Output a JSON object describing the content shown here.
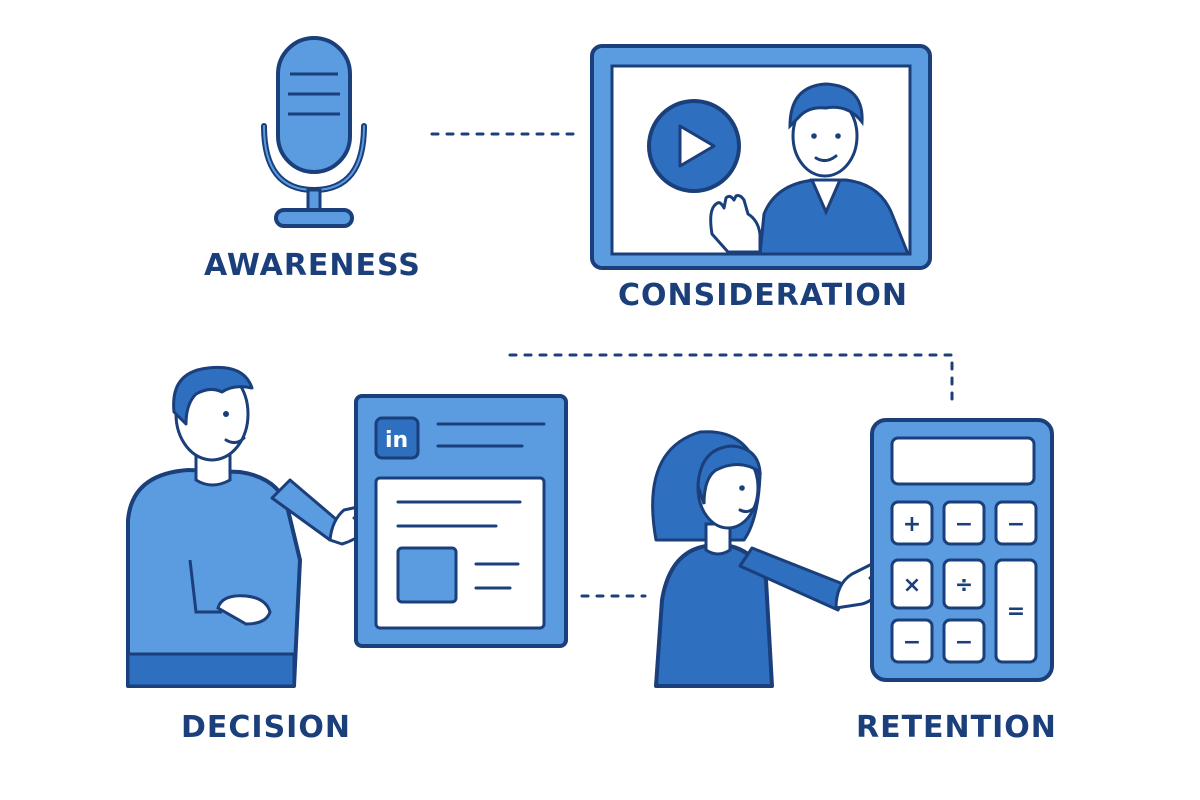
{
  "stages": {
    "awareness": "AWARENESS",
    "consideration": "CONSIDERATION",
    "decision": "DECISION",
    "retention": "RETENTION"
  },
  "linkedin_badge": "in",
  "calculator_keys": [
    "+",
    "−",
    "−",
    "×",
    "÷",
    "=",
    "−",
    "−"
  ],
  "colors": {
    "fill": "#5b9be0",
    "fill_dark": "#2f6fbf",
    "stroke": "#1a3f7a",
    "background": "#ffffff"
  },
  "icons": {
    "awareness": "microphone-icon",
    "consideration": "video-presentation-icon",
    "decision": "linkedin-post-icon",
    "retention": "calculator-icon"
  }
}
